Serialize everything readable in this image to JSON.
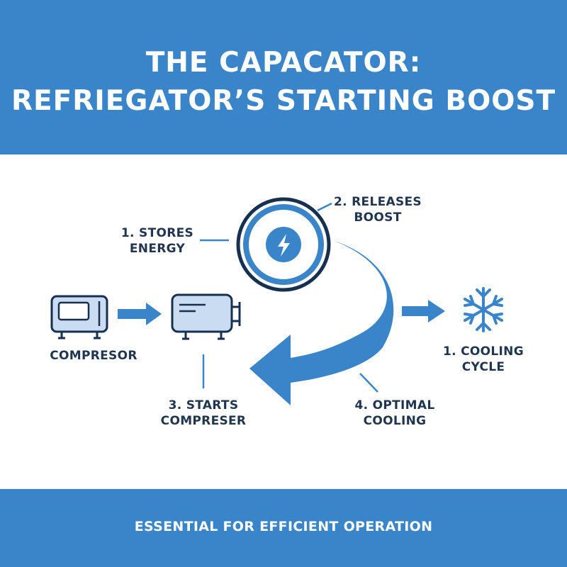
{
  "header": {
    "title_line1": "THE CAPACATOR:",
    "title_line2": "REFRIEGATOR’S STARTING BOOST"
  },
  "labels": {
    "stores_line1": "1. STORES",
    "stores_line2": "ENERGY",
    "releases_line1": "2. RELEASES",
    "releases_line2": "BOOST",
    "compressor": "COMPRESOR",
    "starts_line1": "3. STARTS",
    "starts_line2": "COMPRESER",
    "optimal_line1": "4. OPTIMAL",
    "optimal_line2": "COOLING",
    "cooling_line1": "1. COOLING",
    "cooling_line2": "CYCLE"
  },
  "footer": {
    "text": "ESSENTIAL FOR EFFICIENT OPERATION"
  },
  "icons": {
    "capacitor": "lightning-bolt-icon",
    "compressor_left": "compressor-unit-icon",
    "compressor_right": "compressor-motor-icon",
    "cooling": "snowflake-icon"
  },
  "colors": {
    "brand_blue": "#3a84c9",
    "icon_fill": "#c9dcf1",
    "text_dark": "#1f3550"
  }
}
